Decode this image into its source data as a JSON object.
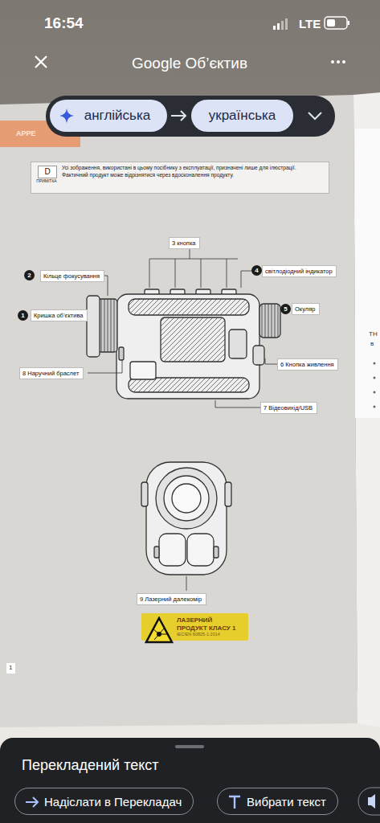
{
  "diagram": {
    "nodes": [
      {
        "text": [
          "англійська"
        ]
      },
      {
        "text": [
          "українська"
        ]
      },
      {
        "text": [
          "D",
          "ПРИМІТКА",
          "Усі зображення, використані в цьому посібнику з експлуатації, призначені лише для ілюстрації. Фактичний продукт може відрізнятися через вдосконалення продукту."
        ]
      },
      {
        "text": [
          "3 кнопка"
        ]
      },
      {
        "text": [
          "Кільце фокусування"
        ]
      },
      {
        "text": [
          "світлодіодний індикатор"
        ]
      },
      {
        "text": [
          "Кришка об’єктива"
        ]
      },
      {
        "text": [
          "Окуляр"
        ]
      },
      {
        "text": [
          "8 Наручний браслет"
        ]
      },
      {
        "text": [
          "6 Кнопка живлення"
        ]
      },
      {
        "text": [
          "7 Відеовихід/USB"
        ]
      },
      {
        "text": [
          "9 Лазерний далекомір"
        ]
      },
      {
        "text": [
          "ЛАЗЕРНИЙ ПРОДУКТ КЛАСУ 1",
          "IEC/EN 60825-1:2014"
        ]
      },
      {
        "text": [
          "Перекладений текст"
        ]
      },
      {
        "text": [
          "Надіслати в Перекладач"
        ],
        "in": 13
      },
      {
        "text": [
          "Вибрати текст"
        ],
        "in": 13
      }
    ],
    "labels": [
      "16:54",
      "LTE",
      "Google Об’єктив",
      "APPE",
      "2",
      "4",
      "1",
      "5",
      "1",
      "TH",
      "в"
    ]
  }
}
